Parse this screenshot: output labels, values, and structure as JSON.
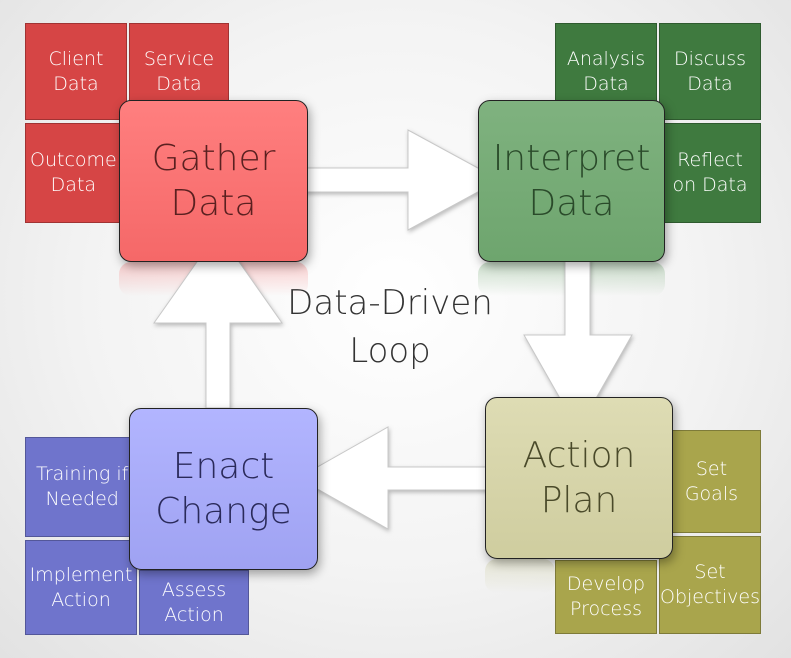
{
  "center_label": [
    "Data-Driven",
    "Loop"
  ],
  "stages": {
    "gather": [
      "Gather",
      "Data"
    ],
    "interpret": [
      "Interpret",
      "Data"
    ],
    "action": [
      "Action",
      "Plan"
    ],
    "enact": [
      "Enact",
      "Change"
    ]
  },
  "tiles": {
    "client_data": [
      "Client",
      "Data"
    ],
    "service_data": [
      "Service",
      "Data"
    ],
    "outcome_data": [
      "Outcome",
      "Data"
    ],
    "analysis_data": [
      "Analysis",
      "Data"
    ],
    "discuss_data": [
      "Discuss",
      "Data"
    ],
    "reflect_on_data": [
      "Reflect",
      "on Data"
    ],
    "set_goals": [
      "Set",
      "Goals"
    ],
    "set_objectives": [
      "Set",
      "Objectives"
    ],
    "develop_process": [
      "Develop",
      "Process"
    ],
    "training_if_needed": [
      "Training if",
      "Needed"
    ],
    "implement_action": [
      "Implement",
      "Action"
    ],
    "assess_action": [
      "Assess",
      "Action"
    ]
  },
  "colors": {
    "red_tile": "#d64545",
    "green_tile": "#3f7a3f",
    "olive_tile": "#a9a54c",
    "blue_tile": "#6f74cc",
    "gather": "#f56868",
    "interpret": "#6ea56e",
    "action": "#cfcd9f",
    "enact": "#9fa2f2",
    "arrow": "#ffffff"
  }
}
